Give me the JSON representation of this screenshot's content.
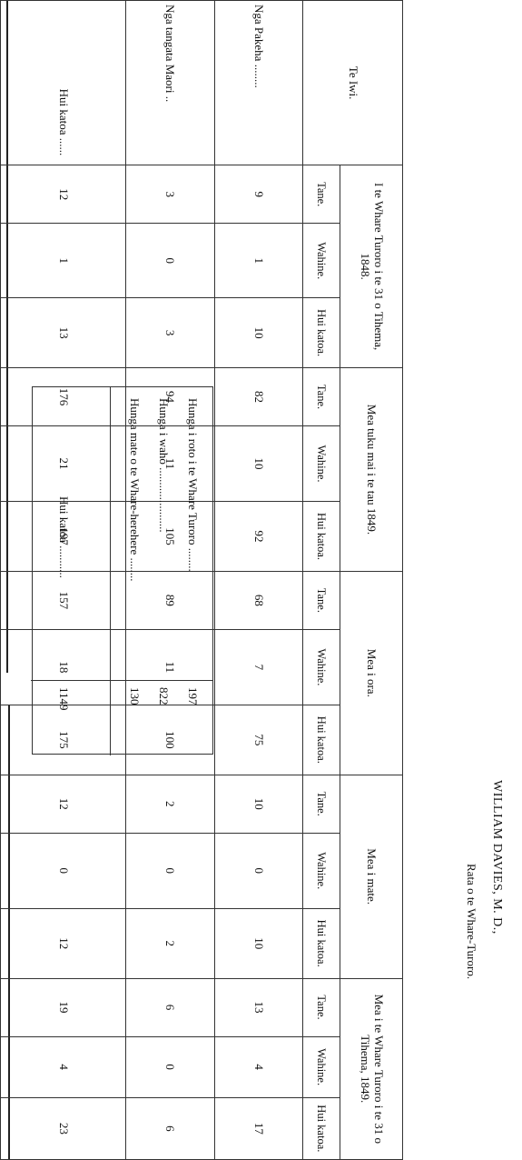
{
  "table": {
    "iwi_header": "Te Iwi.",
    "groups": [
      "I te Whare Turoro i te 31 o Tihema, 1848.",
      "Mea tuku mai i te tau 1849.",
      "Mea i ora.",
      "Mea i mate.",
      "Mea i te Whare Turoro i te 31 o Tihema, 1849."
    ],
    "sub": {
      "tane": "Tane.",
      "wahine": "Wahine.",
      "huikatoa": "Hui katoa."
    },
    "rows": [
      {
        "label": "Nga Pakeha ........",
        "values": [
          "9",
          "1",
          "10",
          "82",
          "10",
          "92",
          "68",
          "7",
          "75",
          "10",
          "0",
          "10",
          "13",
          "4",
          "17"
        ]
      },
      {
        "label": "Nga tangata Maori ..",
        "values": [
          "3",
          "0",
          "3",
          "94",
          "11",
          "105",
          "89",
          "11",
          "100",
          "2",
          "0",
          "2",
          "6",
          "0",
          "6"
        ]
      },
      {
        "label": "Hui katoa ......",
        "values": [
          "12",
          "1",
          "13",
          "176",
          "21",
          "197",
          "157",
          "18",
          "175",
          "12",
          "0",
          "12",
          "19",
          "4",
          "23"
        ]
      }
    ]
  },
  "summary": {
    "rows": [
      {
        "label": "Hunga i roto i te Whare Turoro ........",
        "value": "197"
      },
      {
        "label": "Hunga i waho ......................",
        "value": "822"
      },
      {
        "label": "Hunga mate o te Whare-herehere ........",
        "value": "130"
      }
    ],
    "total_label": "Hui katoa ...........",
    "total_value": "1149"
  },
  "signature": {
    "name": "WILLIAM DAVIES, M. D.,",
    "title": "Rata o te Whare-Turoro."
  }
}
